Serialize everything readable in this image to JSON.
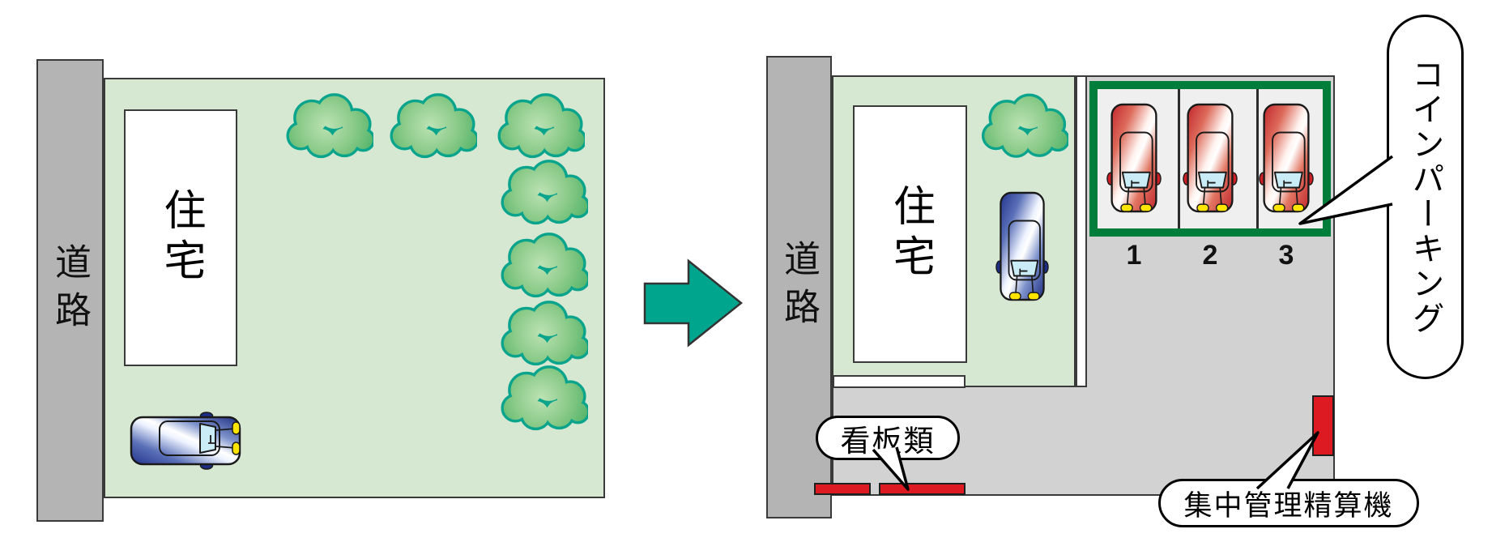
{
  "colors": {
    "road_gray": "#b4b4b4",
    "lot_green": "#d7e8d2",
    "parking_gray": "#d2d2d2",
    "stall_fill": "#efefef",
    "stall_border_green": "#007d3a",
    "tree_teal": "#0aa48c",
    "arrow_teal": "#00a58e",
    "sign_red": "#dd1a22",
    "outline_dark": "#3a3a3a"
  },
  "before": {
    "road_label": "道路",
    "house_label": "住宅"
  },
  "after": {
    "road_label": "道路",
    "house_label": "住宅",
    "stall_labels": [
      "1",
      "2",
      "3"
    ],
    "callouts": {
      "coin_parking": "コインパーキング",
      "signboards": "看板類",
      "payment_machine": "集中管理精算機"
    }
  }
}
